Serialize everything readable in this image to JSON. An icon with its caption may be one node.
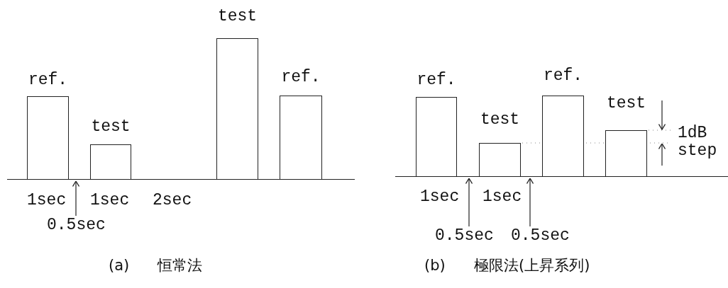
{
  "diagram": {
    "nodes": [
      {
        "text": [
          "ref."
        ]
      },
      {
        "text": [
          "test"
        ]
      },
      {
        "text": [
          "test"
        ]
      },
      {
        "text": [
          "ref."
        ]
      },
      {
        "text": [
          "0.5sec"
        ]
      },
      {
        "text": [
          "ref."
        ]
      },
      {
        "text": [
          "test"
        ]
      },
      {
        "text": [
          "ref."
        ]
      },
      {
        "text": [
          "test"
        ]
      },
      {
        "text": [
          "0.5sec"
        ]
      },
      {
        "text": [
          "0.5sec"
        ]
      },
      {
        "text": [],
        "shape": "line"
      },
      {
        "text": [],
        "shape": "line"
      }
    ],
    "edges": [
      {
        "from": 4,
        "to": 11,
        "arrow": "to"
      },
      {
        "from": 9,
        "to": 12,
        "arrow": "to"
      },
      {
        "from": 10,
        "to": 12,
        "arrow": "to"
      }
    ],
    "labels": [
      "1sec",
      "1sec",
      "2sec",
      "1dB step",
      "1sec",
      "1sec",
      "(a)",
      "恒常法",
      "(b)",
      "極限法(上昇系列)"
    ]
  }
}
